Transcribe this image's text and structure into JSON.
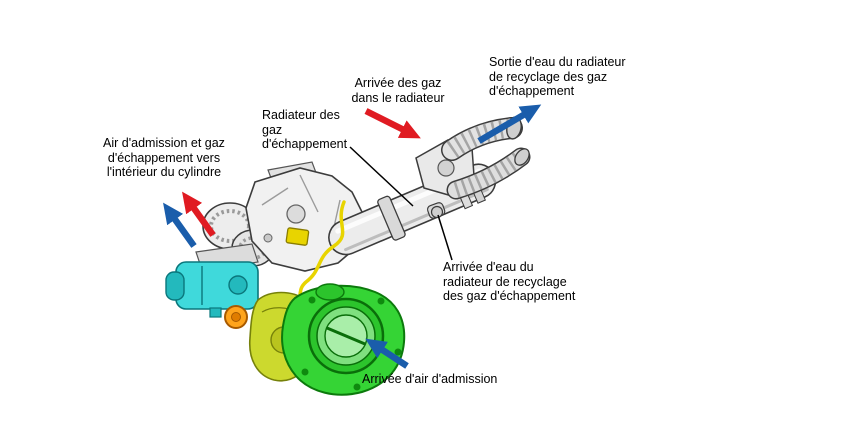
{
  "figure": {
    "labels": {
      "intake_exhaust_to_cylinder": "Air d'admission et gaz\nd'échappement vers\nl'intérieur du cylindre",
      "exhaust_gas_radiator": "Radiateur des\ngaz\nd'échappement",
      "gas_arrival_into_radiator": "Arrivée des gaz\ndans le radiateur",
      "water_outlet_egr_radiator": "Sortie d'eau du radiateur\nde recyclage des gaz\nd'échappement",
      "water_inlet_egr_radiator": "Arrivée d'eau du\nradiateur de recyclage\ndes gaz d'échappement",
      "intake_air_arrival": "Arrivée d'air d'admission"
    },
    "arrows": [
      {
        "name": "gas-into-radiator-arrow",
        "color": "red",
        "direction": "down-right"
      },
      {
        "name": "water-outlet-arrow",
        "color": "blue",
        "direction": "up-right"
      },
      {
        "name": "exhaust-to-cylinder-arrow",
        "color": "red",
        "direction": "up-left"
      },
      {
        "name": "admission-to-cylinder-arrow",
        "color": "blue",
        "direction": "up-left"
      },
      {
        "name": "intake-air-arrow",
        "color": "blue",
        "direction": "up-left"
      }
    ],
    "parts": {
      "cooler_tube": "gray",
      "corrugated_hoses": "gray",
      "center_housing": "gray",
      "throttle_body": "green",
      "egr_valve": "yellow-green",
      "vacuum_solenoid": "cyan",
      "seal_ring": "orange",
      "wire": "yellow"
    },
    "colors": {
      "arrow_red": "#e01b22",
      "arrow_blue": "#1a5dab",
      "throttle_body_green": "#35d435",
      "egr_valve_yellow": "#ccd92e",
      "solenoid_cyan": "#3fd9db",
      "seal_orange": "#ffa41c",
      "wire_yellow": "#e8d400",
      "label_text": "#000000",
      "background": "#ffffff"
    }
  }
}
